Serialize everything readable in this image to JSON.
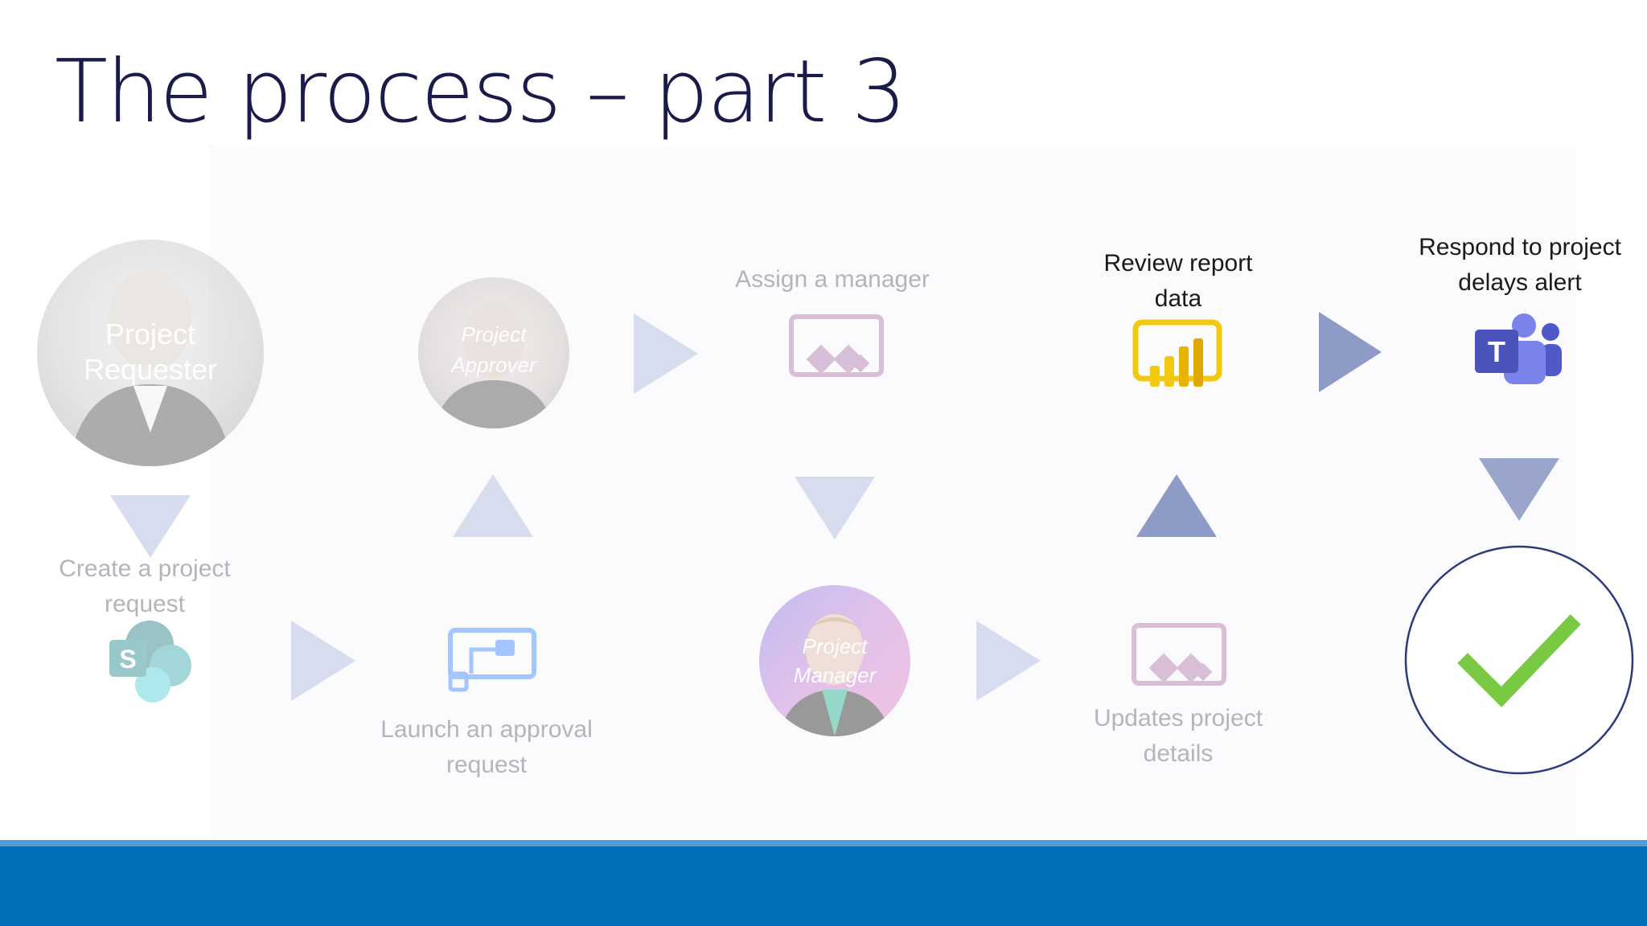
{
  "slide": {
    "title": "The process – part 3"
  },
  "nodes": {
    "project_requester": {
      "name": "Project Requester"
    },
    "project_approver": {
      "name": "Project Approver"
    },
    "project_manager": {
      "name": "Project Manager"
    }
  },
  "steps": {
    "assign_manager": "Assign a manager",
    "review_report": "Review report data",
    "respond_alert": "Respond to project delays alert",
    "create_request": "Create a project request",
    "launch_approval": "Launch an approval request",
    "updates_details": "Updates project details"
  },
  "icons": {
    "power_apps": "power-apps-icon",
    "power_bi": "power-bi-icon",
    "teams": "teams-icon",
    "sharepoint": "sharepoint-icon",
    "power_automate": "power-automate-icon",
    "checkmark": "checkmark-icon"
  },
  "colors": {
    "title": "#1b1b4a",
    "arrow_faded": "#d8dcef",
    "arrow_active": "#8e9bc7",
    "power_bi": "#f2c811",
    "teams": "#5059c9",
    "check": "#7ac943",
    "footer": "#0070b8",
    "footer_stripe": "#4f9bd6"
  }
}
